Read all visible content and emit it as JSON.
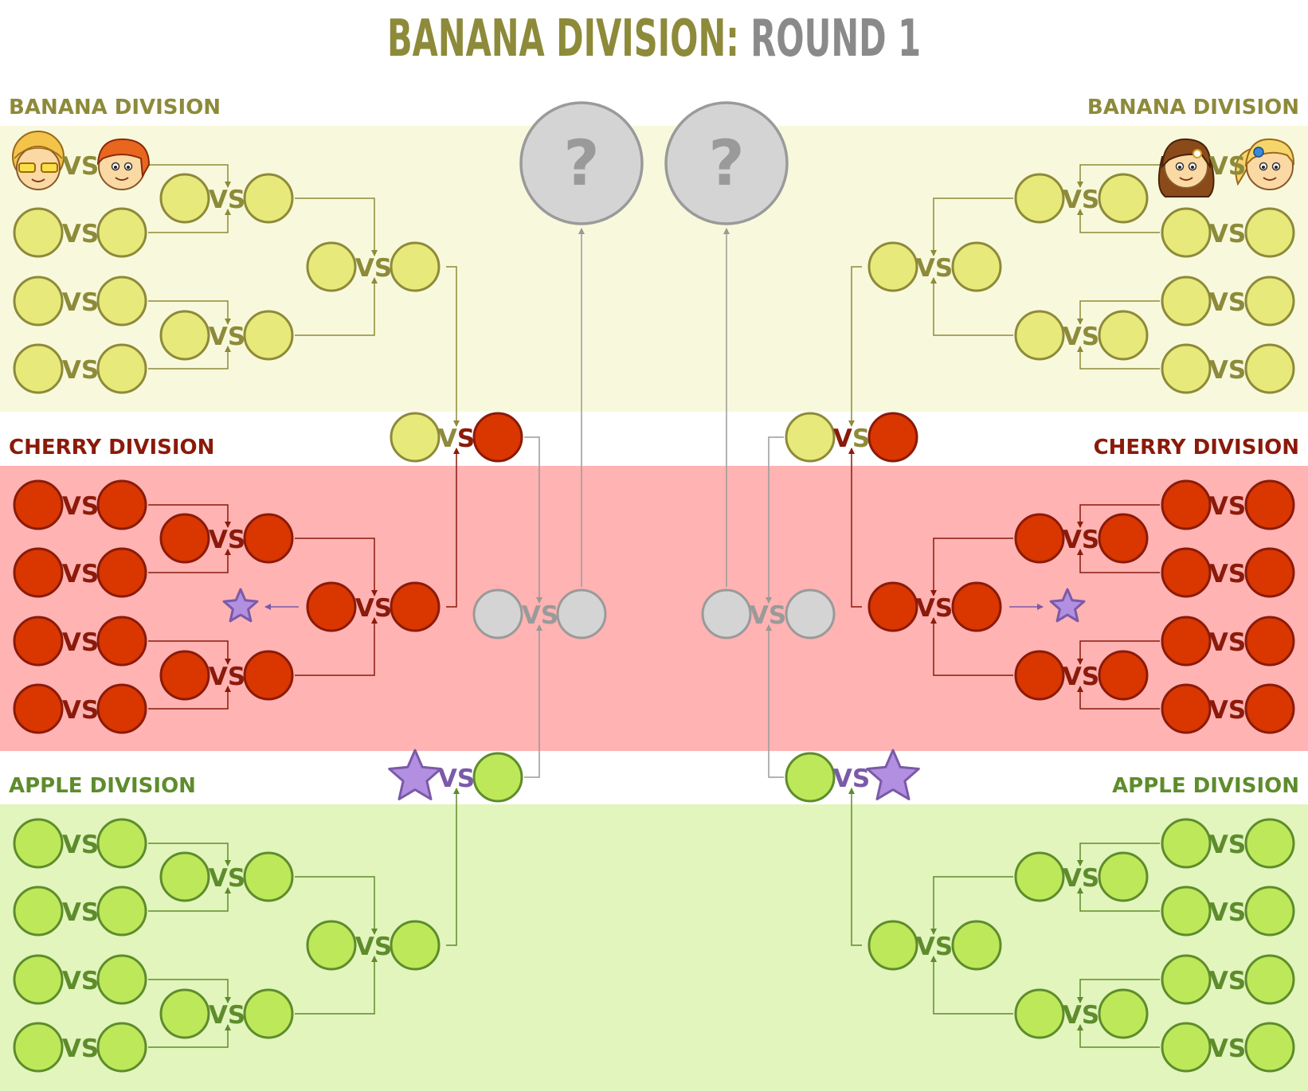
{
  "title": {
    "part1": "BANANA DIVISION:",
    "part2": " ROUND 1"
  },
  "vs_label": "VS",
  "unknown_label": "?",
  "colors": {
    "title_main": "#8d8a3a",
    "title_sub": "#8a8a8a",
    "banana_band": "#f8f9dc",
    "banana_fill": "#e7e97a",
    "banana_stroke": "#8d8a3a",
    "cherry_band": "#ffb3b3",
    "cherry_fill": "#d93600",
    "cherry_stroke": "#8a1a0a",
    "apple_band": "#e2f5bd",
    "apple_fill": "#bde85a",
    "apple_stroke": "#5e8c2c",
    "finals_fill": "#d4d4d4",
    "finals_stroke": "#9a9a9a",
    "star_fill": "#b28fe0",
    "star_stroke": "#7a5aa8"
  },
  "divisions": [
    {
      "id": "banana",
      "label": "BANANA DIVISION"
    },
    {
      "id": "cherry",
      "label": "CHERRY DIVISION"
    },
    {
      "id": "apple",
      "label": "APPLE DIVISION"
    }
  ],
  "participants": [
    {
      "name": "blond-sunglasses-boy",
      "icon": "blond-sunglasses-avatar",
      "division": "banana",
      "side": "left"
    },
    {
      "name": "orange-haired-boy",
      "icon": "orange-hair-avatar",
      "division": "banana",
      "side": "left"
    },
    {
      "name": "blonde-ponytail-girl",
      "icon": "blonde-ponytail-avatar",
      "division": "banana",
      "side": "right"
    },
    {
      "name": "brunette-flower-girl",
      "icon": "brunette-flower-avatar",
      "division": "banana",
      "side": "right"
    }
  ]
}
